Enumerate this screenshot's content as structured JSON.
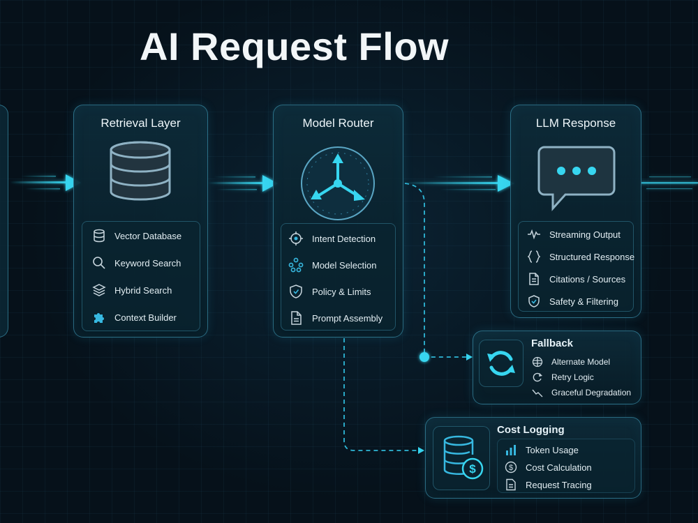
{
  "title": "AI Request Flow",
  "retrieval": {
    "title": "Retrieval Layer",
    "items": [
      {
        "label": "Vector Database",
        "icon": "database-icon"
      },
      {
        "label": "Keyword Search",
        "icon": "search-icon"
      },
      {
        "label": "Hybrid Search",
        "icon": "layers-icon"
      },
      {
        "label": "Context Builder",
        "icon": "puzzle-icon"
      }
    ]
  },
  "router": {
    "title": "Model Router",
    "items": [
      {
        "label": "Intent Detection",
        "icon": "target-icon"
      },
      {
        "label": "Model Selection",
        "icon": "nodes-icon"
      },
      {
        "label": "Policy & Limits",
        "icon": "shield-icon"
      },
      {
        "label": "Prompt Assembly",
        "icon": "document-icon"
      }
    ]
  },
  "response": {
    "title": "LLM Response",
    "items": [
      {
        "label": "Streaming Output",
        "icon": "pulse-icon"
      },
      {
        "label": "Structured Response",
        "icon": "braces-icon"
      },
      {
        "label": "Citations / Sources",
        "icon": "document-icon"
      },
      {
        "label": "Safety & Filtering",
        "icon": "shield-icon"
      }
    ]
  },
  "fallback": {
    "title": "Fallback",
    "items": [
      {
        "label": "Alternate Model",
        "icon": "brain-icon"
      },
      {
        "label": "Retry Logic",
        "icon": "retry-icon"
      },
      {
        "label": "Graceful Degradation",
        "icon": "trend-down-icon"
      }
    ]
  },
  "cost": {
    "title": "Cost Logging",
    "items": [
      {
        "label": "Token Usage",
        "icon": "bar-chart-icon"
      },
      {
        "label": "Cost Calculation",
        "icon": "dollar-icon"
      },
      {
        "label": "Request Tracing",
        "icon": "document-icon"
      }
    ]
  },
  "colors": {
    "accent": "#37d6f0",
    "line": "#2fb8d8",
    "background": "#06111a"
  }
}
